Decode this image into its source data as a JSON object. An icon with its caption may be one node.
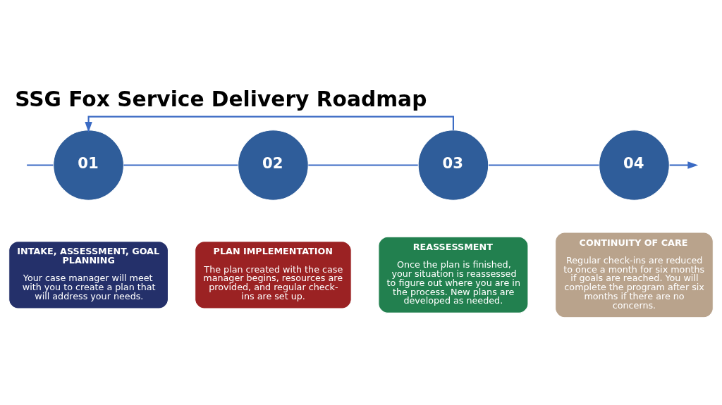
{
  "diagram": {
    "title": "SSG Fox Service Delivery Roadmap",
    "nodes": [
      {
        "text": [
          "01"
        ]
      },
      {
        "text": [
          "02"
        ]
      },
      {
        "text": [
          "03"
        ]
      },
      {
        "text": [
          "04"
        ]
      },
      {
        "text": [
          "INTAKE, ASSESSMENT, GOAL PLANNING",
          "Your case manager will meet with you to create a plan that will address your needs."
        ]
      },
      {
        "text": [
          "PLAN IMPLEMENTATION",
          "The plan created with the case manager begins, resources are provided, and regular check-ins are set up."
        ]
      },
      {
        "text": [
          "REASSESSMENT",
          "Once the plan is finished, your situation is reassessed to figure out where you are in the process. New plans are developed as needed."
        ]
      },
      {
        "text": [
          "CONTINUITY OF CARE",
          "Regular check-ins are reduced to once a month for six months if goals are reached. You will complete the program after six months if there are no concerns."
        ]
      }
    ],
    "edges": [
      {
        "from": null,
        "to": 0,
        "arrow": "none"
      },
      {
        "from": 0,
        "to": 1,
        "arrow": "none"
      },
      {
        "from": 1,
        "to": 2,
        "arrow": "none"
      },
      {
        "from": 2,
        "to": 3,
        "arrow": "none"
      },
      {
        "from": 3,
        "to": null,
        "arrow": "to"
      },
      {
        "from": 2,
        "to": 0,
        "arrow": "to"
      }
    ]
  }
}
